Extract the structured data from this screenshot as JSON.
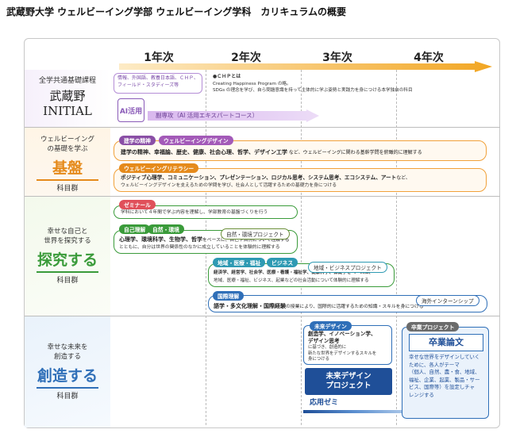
{
  "title": "武蔵野大学 ウェルビーイング学部 ウェルビーイング学科　カリキュラムの概要",
  "years": [
    "1年次",
    "2年次",
    "3年次",
    "4年次"
  ],
  "colors": {
    "initial": "#8a5bb8",
    "kiban": "#e58a1b",
    "tankyu": "#3a9b3a",
    "souzou": "#2f6fb8",
    "arrow": "#f2a623"
  },
  "sections": {
    "initial": {
      "sub": "全学共通基礎課程",
      "main": "武蔵野",
      "main2": "INITIAL",
      "box1": "情報、外国語、教養日本語、ＣＨＰ、\nフィールド・スタディーズ等",
      "chp_head": "●ＣＨＰとは",
      "chp_body": "Creating Happiness Program の略。\nSDGs の理念を学び、自ら問題意識を持って主体的に学ぶ姿勢と実践力を身につける本学独自の科目",
      "ai_badge": "AI活用",
      "ai_arrow": "副専攻（AI 活用エキスパートコース）"
    },
    "kiban": {
      "sub": "ウェルビーイング\nの基礎を学ぶ",
      "main": "基盤",
      "group": "科目群",
      "tag1": "建学の精神",
      "tag2": "ウェルビーイングデザイン",
      "row1_bold": "建学の精神、幸福論、歴史、健康、社会心理、哲学、デザイン工学",
      "row1_rest": " など、ウェルビーイングに関わる基幹学問を俯瞰的に理解する",
      "tag3": "ウェルビーイングリテラシー",
      "row2_bold": "ポジティブ心理学、コミュニケーション、プレゼンテーション、ロジカル思考、システム思考、エコシステム、アート",
      "row2_rest": "など、",
      "row2_line2": "ウェルビーイングデザインを支えるための学問を学び、社会人として活躍するための基礎力を身につける"
    },
    "tankyu": {
      "sub": "幸せな自己と\n世界を探究する",
      "main": "探究する",
      "group": "科目群",
      "seminar_tag": "ゼミナール",
      "seminar_text": "学科において４年間で学ぶ内容を理解し、学部教育の基盤づくりを行う",
      "tag_jiko": "自己理解",
      "tag_shizen": "自然・環境",
      "proj1": "自然・環境プロジェクト",
      "text1_bold": "心理学、環境科学、生物学、哲学",
      "text1_rest": "をベースに、自己や自然について理解する",
      "text1_line2": "とともに、自分は世界の関係性のなかに成立していることを体験的に理解する",
      "tag_chiiki": "地域・医療・福祉",
      "tag_business": "ビジネス",
      "proj2": "地域・ビジネスプロジェクト",
      "text2_line1": "経済学、経営学、社会学、医療・看護・福祉学、健康科学、保健学をベースに、",
      "text2_line2": "地域、医療・福祉、ビジネス、起業などの社会活動について体験的に理解する",
      "tag_kokusai": "国際理解",
      "intern": "海外インターンシップ",
      "text3_bold": "語学・多文化理解・国際経験",
      "text3_rest": "の授業により、国際的に活躍するための知識・スキルを身につける"
    },
    "souzou": {
      "sub": "幸せな未来を\n創造する",
      "main": "創造する",
      "group": "科目群",
      "mirai_tag": "未来デザイン",
      "mirai_text": "創造学、イノベーション学、\nデザイン思考",
      "mirai_rest": "に基づき、創造的に\n新たな世界をデザインするスキルを\n身につける",
      "mirai_project": "未来デザイン\nプロジェクト",
      "ouyou": "応用ゼミ",
      "sotsu_tag": "卒業プロジェクト",
      "sotsu_title": "卒業論文",
      "sotsu_text": "幸せな世界をデザインしていく\nために、各人がテーマ\n（個人、自然、農・食、地域、\n福祉、企業、起業、製品・サー\nビス、国際等）を設定しチャ\nレンジする"
    }
  }
}
